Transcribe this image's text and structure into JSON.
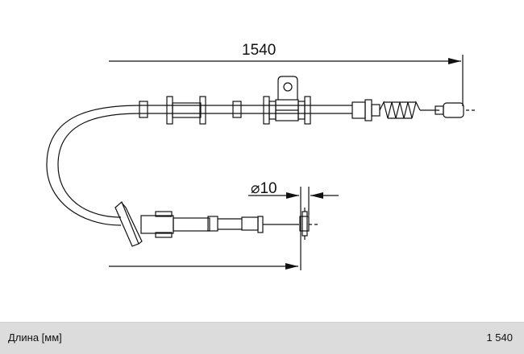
{
  "drawing": {
    "length_dimension": "1540",
    "diameter_dimension": "⌀10"
  },
  "spec": {
    "name": "Длина [мм]",
    "value": "1 540"
  }
}
